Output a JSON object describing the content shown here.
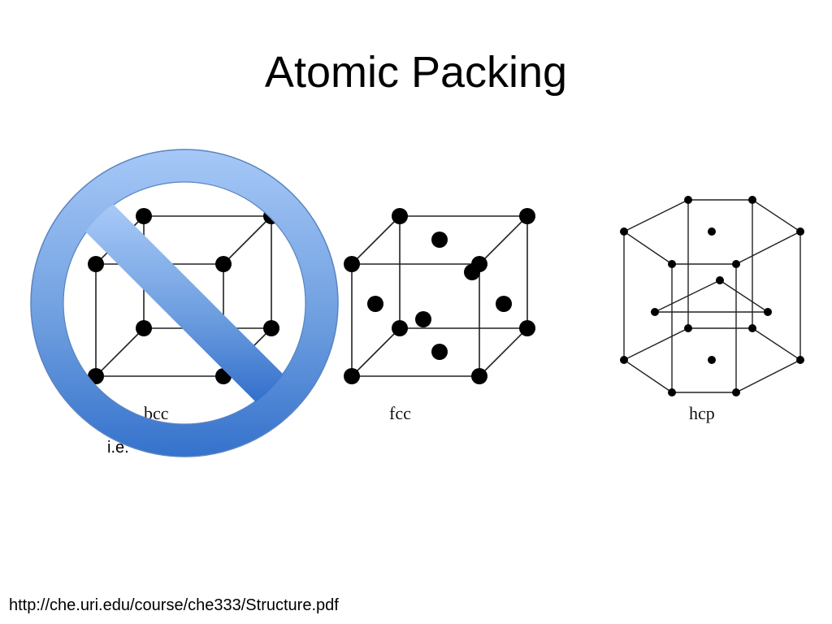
{
  "slide": {
    "title": "Atomic Packing",
    "partially_hidden_text": "i.e.",
    "source_url": "http://che.uri.edu/course/che333/Structure.pdf"
  },
  "structures": [
    {
      "label": "bcc"
    },
    {
      "label": "fcc"
    },
    {
      "label": "hcp"
    }
  ],
  "overlay": {
    "icon": "prohibition-sign",
    "covers": "bcc",
    "color_light": "#9ec2f5",
    "color_dark": "#3a78cf",
    "stroke": "#5b84bf"
  },
  "colors": {
    "lines": "#222222",
    "atoms": "#000000"
  }
}
